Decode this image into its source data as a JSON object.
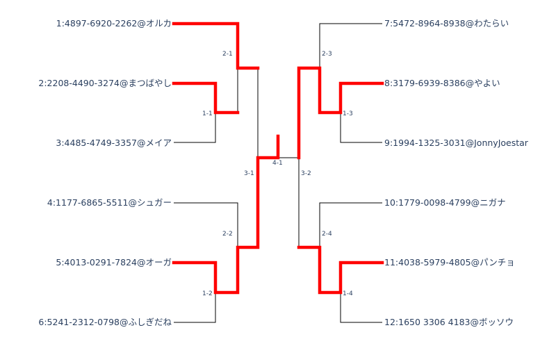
{
  "colors": {
    "winner_path": "#ff0000",
    "bracket_line": "#000000",
    "text": "#2a3f5f"
  },
  "players": [
    {
      "label": "1:4897-6920-2262@オルカ"
    },
    {
      "label": "2:2208-4490-3274@まつばやし"
    },
    {
      "label": "3:4485-4749-3357@メイア"
    },
    {
      "label": "4:1177-6865-5511@シュガー"
    },
    {
      "label": "5:4013-0291-7824@オーガ"
    },
    {
      "label": "6:5241-2312-0798@ふしぎだね"
    },
    {
      "label": "7:5472-8964-8938@わたらい"
    },
    {
      "label": "8:3179-6939-8386@やよい"
    },
    {
      "label": "9:1994-1325-3031@JonnyJoestar"
    },
    {
      "label": "10:1779-0098-4799@ニガナ"
    },
    {
      "label": "11:4038-5979-4805@パンチョ"
    },
    {
      "label": "12:1650 3306 4183@ボッソウ"
    }
  ],
  "matches": [
    {
      "label": "1-1"
    },
    {
      "label": "1-2"
    },
    {
      "label": "1-3"
    },
    {
      "label": "1-4"
    },
    {
      "label": "2-1"
    },
    {
      "label": "2-2"
    },
    {
      "label": "2-3"
    },
    {
      "label": "2-4"
    },
    {
      "label": "3-1"
    },
    {
      "label": "3-2"
    },
    {
      "label": "4-1"
    }
  ]
}
